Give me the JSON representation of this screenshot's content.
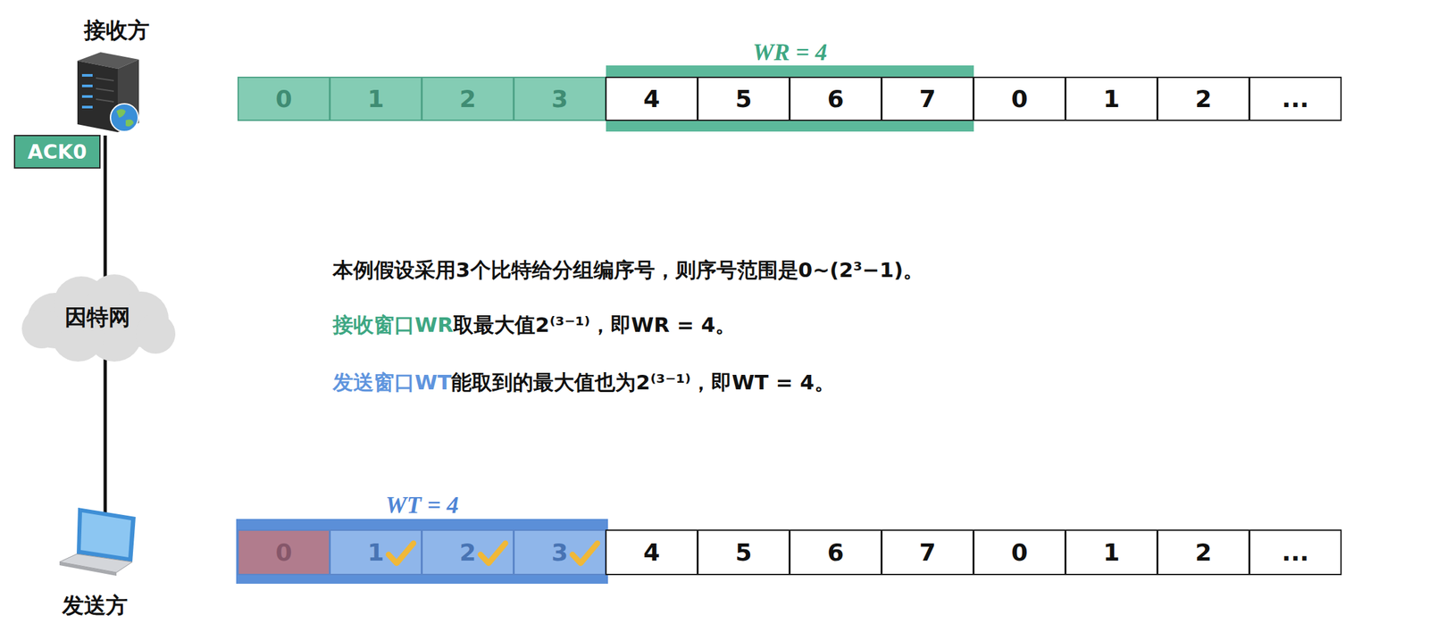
{
  "diagram": {
    "nodes": [
      {
        "text": [
          "ACK0"
        ]
      },
      {
        "text": [
          "0"
        ]
      },
      {
        "text": [
          "1"
        ]
      },
      {
        "text": [
          "2"
        ]
      },
      {
        "text": [
          "3"
        ]
      },
      {
        "text": [
          "WR = 4"
        ]
      },
      {
        "text": [
          "4"
        ],
        "in": 5
      },
      {
        "text": [
          "5"
        ],
        "in": 5
      },
      {
        "text": [
          "6"
        ],
        "in": 5
      },
      {
        "text": [
          "7"
        ],
        "in": 5
      },
      {
        "text": [
          "0"
        ]
      },
      {
        "text": [
          "1"
        ]
      },
      {
        "text": [
          "2"
        ]
      },
      {
        "text": [
          "..."
        ]
      },
      {
        "text": [
          "因特网"
        ]
      },
      {
        "text": [
          "WT = 4"
        ]
      },
      {
        "text": [
          "0"
        ],
        "in": 15
      },
      {
        "text": [
          "1"
        ],
        "in": 15
      },
      {
        "text": [
          "2"
        ],
        "in": 15
      },
      {
        "text": [
          "3"
        ],
        "in": 15
      },
      {
        "text": [
          "4"
        ]
      },
      {
        "text": [
          "5"
        ]
      },
      {
        "text": [
          "6"
        ]
      },
      {
        "text": [
          "7"
        ]
      },
      {
        "text": [
          "0"
        ]
      },
      {
        "text": [
          "1"
        ]
      },
      {
        "text": [
          "2"
        ]
      },
      {
        "text": [
          "..."
        ]
      }
    ],
    "labels": [
      "接收方",
      "发送方",
      "本例假设采用3个比特给分组编序号，则序号范围是0~(2³−1)。",
      "接收窗口WR",
      "取最大值2⁽³⁻¹⁾，即WR = 4。",
      "发送窗口WT",
      "能取到的最大值也为2⁽³⁻¹⁾，即WT = 4。"
    ]
  }
}
